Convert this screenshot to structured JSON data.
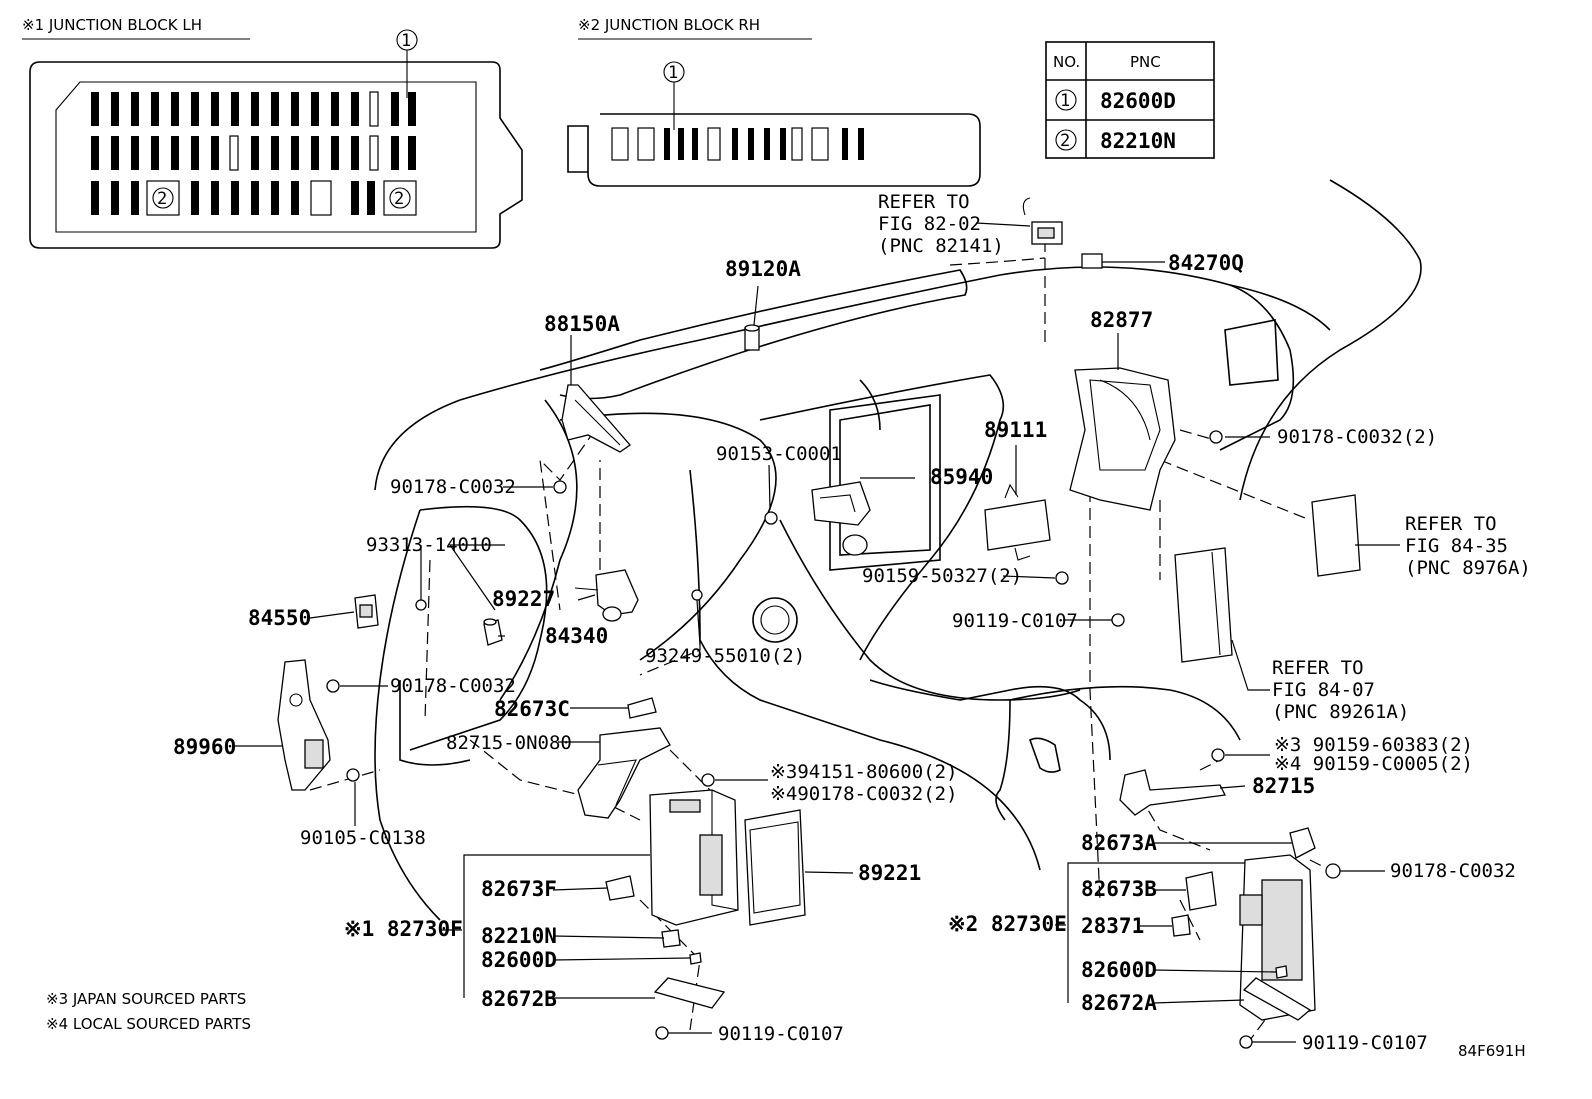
{
  "figure_id": "84F691H",
  "headers": {
    "jb_lh": "※1 JUNCTION BLOCK LH",
    "jb_rh": "※2 JUNCTION BLOCK RH"
  },
  "callouts": {
    "one": "1",
    "two": "2"
  },
  "pnc_table": {
    "col_no": "NO.",
    "col_pnc": "PNC",
    "rows": [
      {
        "no": "1",
        "pnc": "82600D"
      },
      {
        "no": "2",
        "pnc": "82210N"
      }
    ]
  },
  "notes": {
    "japan": "※3 JAPAN SOURCED PARTS",
    "local": "※4 LOCAL SOURCED PARTS"
  },
  "refs": {
    "r1": [
      "REFER TO",
      "FIG 82-02",
      "(PNC 82141)"
    ],
    "r2": [
      "REFER TO",
      "FIG 84-35",
      "(PNC 8976A)"
    ],
    "r3": [
      "REFER TO",
      "FIG 84-07",
      "(PNC 89261A)"
    ]
  },
  "labels": {
    "p84270Q": "84270Q",
    "p89120A": "89120A",
    "p88150A": "88150A",
    "p82877": "82877",
    "p90178_c0032_2_a": "90178-C0032(2)",
    "p90153": "90153-C0001",
    "p89111": "89111",
    "p85940": "85940",
    "p90178_c0032_a": "90178-C0032",
    "p93313": "93313-14010",
    "p89227": "89227",
    "p84550": "84550",
    "p84340": "84340",
    "p90159_50327": "90159-50327(2)",
    "p90119_c0107_a": "90119-C0107",
    "p93249": "93249-55010(2)",
    "p90178_c0032_b": "90178-C0032",
    "p82673C": "82673C",
    "p82715_0N080": "82715-0N080",
    "p89960": "89960",
    "p94151": "※394151-80600(2)",
    "p90178_c0032_2_b": "※490178-C0032(2)",
    "p90159_60383": "※3 90159-60383(2)",
    "p90159_c0005": "※4 90159-C0005(2)",
    "p82715": "82715",
    "p90105": "90105-C0138",
    "p89221": "89221",
    "p82673A": "82673A",
    "p90178_c0032_c": "90178-C0032",
    "p82673F": "82673F",
    "p82673B": "82673B",
    "p82730F": "※1 82730F",
    "p82730E": "※2 82730E",
    "p28371": "28371",
    "p82210N": "82210N",
    "p82600D_a": "82600D",
    "p82600D_b": "82600D",
    "p82672B": "82672B",
    "p82672A": "82672A",
    "p90119_c0107_b": "90119-C0107",
    "p90119_c0107_c": "90119-C0107"
  }
}
